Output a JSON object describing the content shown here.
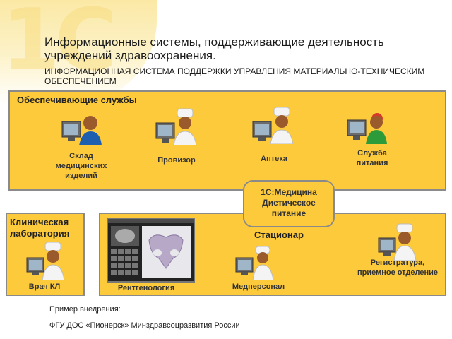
{
  "header": {
    "title": "Информационные системы, поддерживающие деятельность учреждений здравоохранения.",
    "subtitle": "ИНФОРМАЦИОННАЯ СИСТЕМА ПОДДЕРЖКИ УПРАВЛЕНИЯ МАТЕРИАЛЬНО-ТЕХНИЧЕСКИМ ОБЕСПЕЧЕНИЕМ"
  },
  "support_panel": {
    "label": "Обеспечивающие службы",
    "roles": [
      {
        "label": "Склад медицинских изделий",
        "icon": "user-at-computer-blue-icon"
      },
      {
        "label": "Провизор",
        "icon": "doctor-at-computer-icon"
      },
      {
        "label": "Аптека",
        "icon": "doctor-at-computer-icon"
      },
      {
        "label": "Служба питания",
        "icon": "user-at-computer-green-icon"
      }
    ]
  },
  "callout": {
    "text": "1С:Медицина Диетическое питание"
  },
  "lab_panel": {
    "label": "Клиническая лаборатория",
    "role": "Врач КЛ"
  },
  "hospital_panel": {
    "label": "Стационар",
    "roles": [
      {
        "label": "Рентгенология"
      },
      {
        "label": "Медперсонал"
      },
      {
        "label": "Регистратура, приемное отделение"
      }
    ]
  },
  "footer": {
    "line1": "Пример внедрения:",
    "line2": "ФГУ ДОС «Пионерск» Минздравсоцразвития России"
  },
  "colors": {
    "panel": "#fdca3c",
    "border": "#8a8a8a",
    "logo": "#f3c21c"
  }
}
